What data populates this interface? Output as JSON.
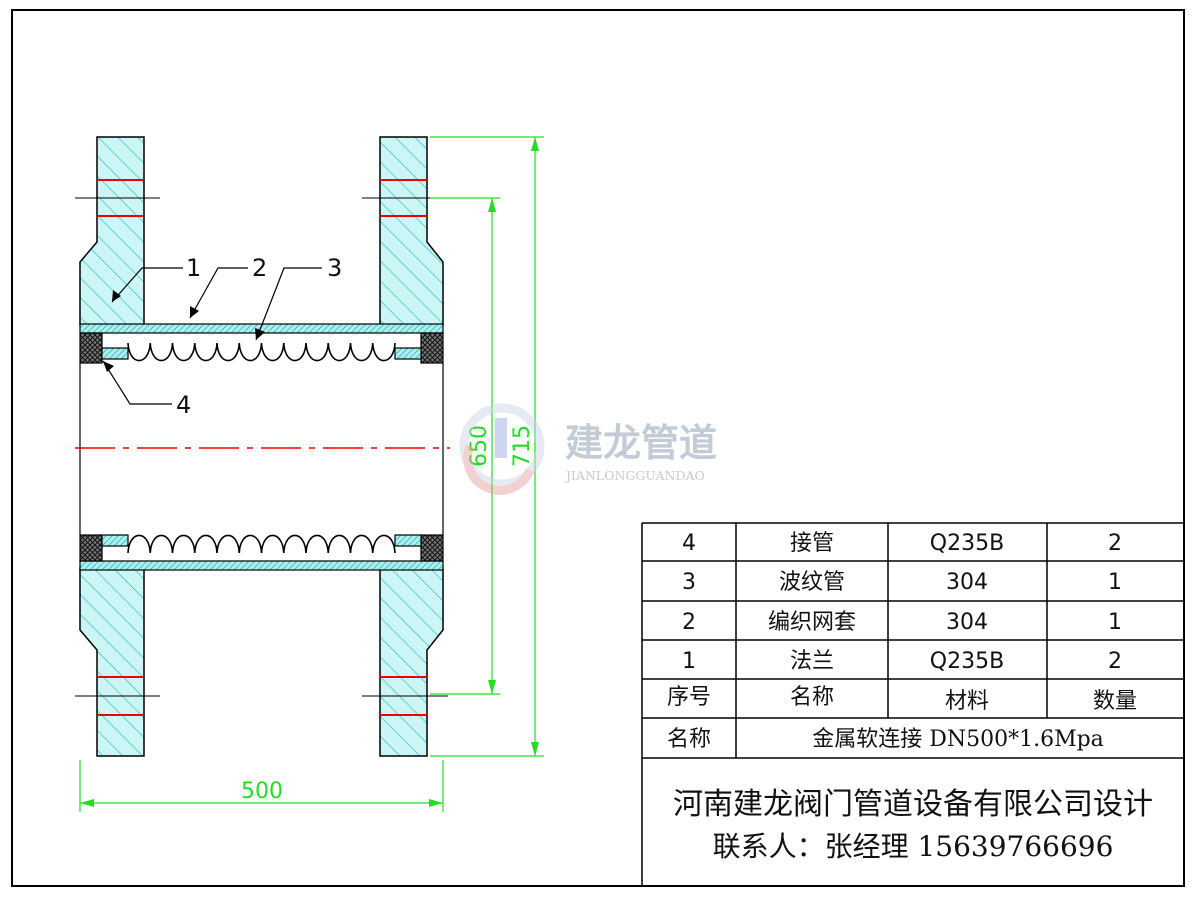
{
  "drawing": {
    "callouts": [
      "1",
      "2",
      "3",
      "4"
    ],
    "dimensions": {
      "width": "500",
      "inner": "650",
      "outer": "715"
    }
  },
  "watermark": {
    "name": "建龙管道",
    "pinyin": "JIANLONGGUANDAO"
  },
  "bom": {
    "rows": [
      {
        "no": "4",
        "name": "接管",
        "material": "Q235B",
        "qty": "2"
      },
      {
        "no": "3",
        "name": "波纹管",
        "material": "304",
        "qty": "1"
      },
      {
        "no": "2",
        "name": "编织网套",
        "material": "304",
        "qty": "1"
      },
      {
        "no": "1",
        "name": "法兰",
        "material": "Q235B",
        "qty": "2"
      }
    ],
    "header": {
      "no": "序号",
      "name": "名称",
      "material": "材料",
      "qty": "数量"
    },
    "title_label": "名称",
    "title_value": "金属软连接 DN500*1.6Mpa",
    "company": "河南建龙阀门管道设备有限公司设计",
    "contact": "联系人：张经理 15639766696"
  },
  "colors": {
    "outline": "#000000",
    "hatch_fill": "#ccf5f5",
    "hatch": "#22bbbb",
    "bolt_hole": "#ee0000",
    "centerline": "#ee0000",
    "dimension": "#22dd22"
  }
}
